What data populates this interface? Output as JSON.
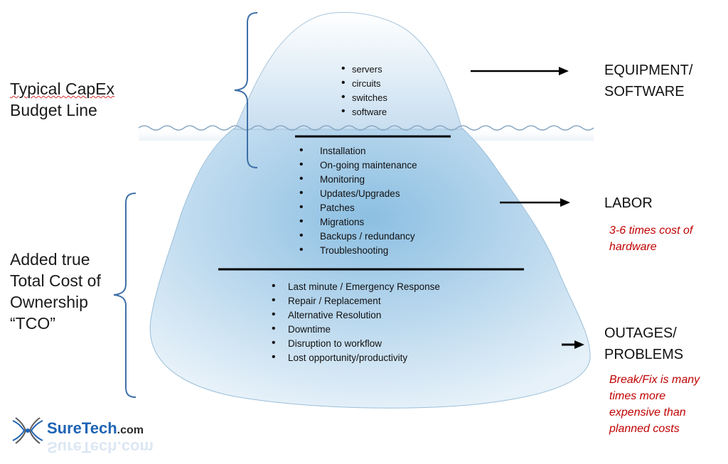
{
  "left_labels": {
    "capex_line1": "Typical CapEx",
    "capex_line2": "Budget Line",
    "tco_line1": "Added true",
    "tco_line2": "Total Cost of",
    "tco_line3": "Ownership",
    "tco_line4": "“TCO”"
  },
  "tip_items": [
    "servers",
    "circuits",
    "switches",
    "software"
  ],
  "labor_items": [
    "Installation",
    "On-going maintenance",
    "Monitoring",
    "Updates/Upgrades",
    "Patches",
    "Migrations",
    "Backups / redundancy",
    "Troubleshooting"
  ],
  "problem_items": [
    "Last minute / Emergency  Response",
    "Repair / Replacement",
    "Alternative  Resolution",
    "Downtime",
    "Disruption  to workflow",
    "Lost opportunity/productivity"
  ],
  "right_labels": {
    "equipment_line1": "EQUIPMENT/",
    "equipment_line2": "SOFTWARE",
    "labor": "LABOR",
    "labor_note_line1": "3-6 times cost of",
    "labor_note_line2": "hardware",
    "outages_line1": "OUTAGES/",
    "outages_line2": "PROBLEMS",
    "outages_note_line1": "Break/Fix is many",
    "outages_note_line2": "times more",
    "outages_note_line3": "expensive than",
    "outages_note_line4": "planned costs"
  },
  "logo": {
    "part1": "Sure",
    "part2": "Tech",
    "part3": ".com",
    "reflection": "SureTech.com"
  },
  "colors": {
    "ice_light": "#eaf3fa",
    "ice_mid": "#a9cde6",
    "ice_dark": "#6fa9d4",
    "water_line": "#8aa9c5",
    "bracket": "#3d6fa8",
    "note_red": "#c00000",
    "brand_blue": "#1f64b4"
  }
}
